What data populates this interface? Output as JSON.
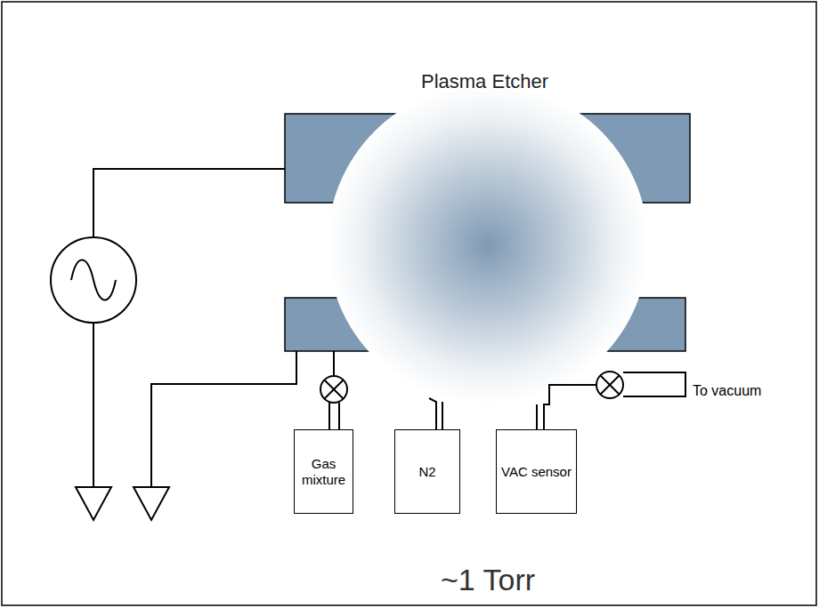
{
  "diagram": {
    "title": "Plasma Etcher",
    "caption": "~1 Torr",
    "nodes": [
      {
        "text": [
          "Gas mixture"
        ]
      },
      {
        "text": [
          "N2"
        ]
      },
      {
        "text": [
          "VAC sensor"
        ]
      }
    ],
    "labels": [
      "To vacuum"
    ]
  }
}
